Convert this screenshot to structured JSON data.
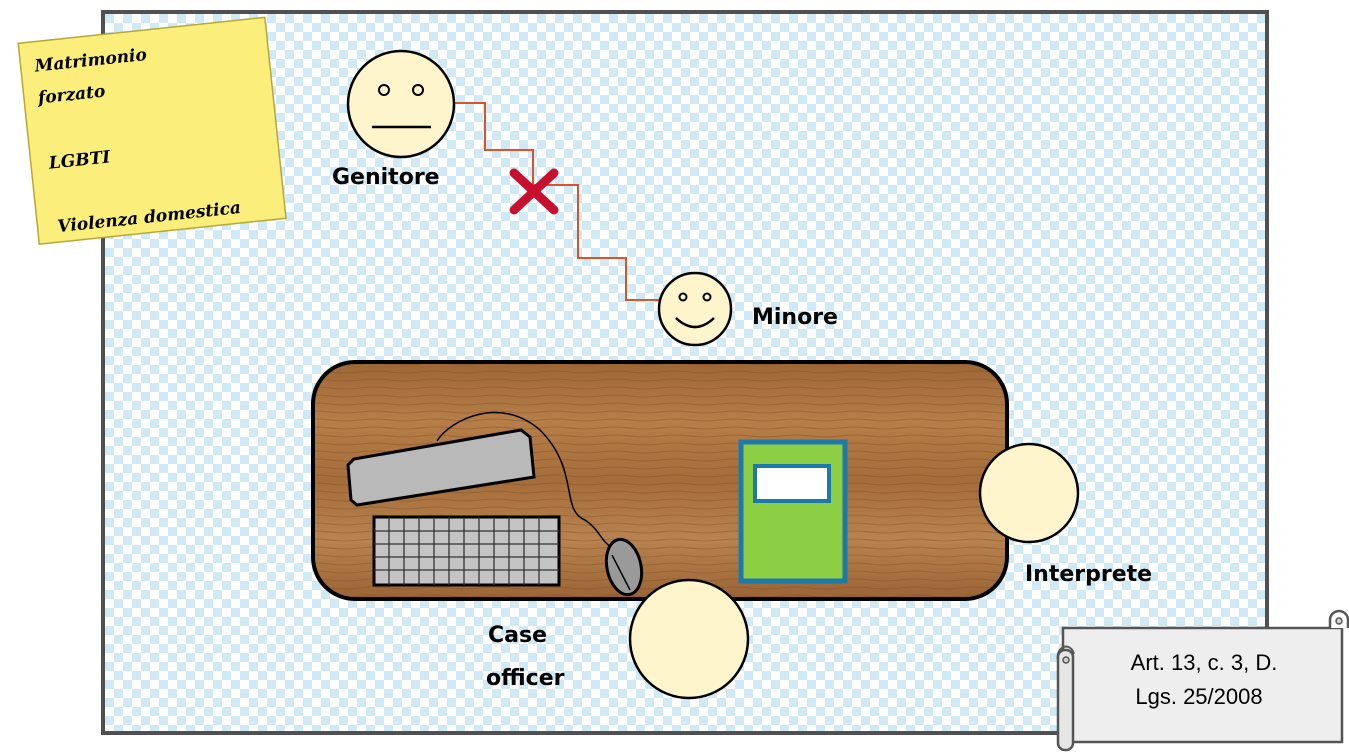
{
  "note": {
    "line1": "Matrimonio",
    "line2": "forzato",
    "line3": "LGBTI",
    "line4": "Violenza domestica"
  },
  "people": {
    "genitore": "Genitore",
    "minore": "Minore",
    "interprete": "Interprete",
    "case_officer_1": "Case",
    "case_officer_2": "officer"
  },
  "law": {
    "line1": "Art. 13, c. 3, D.",
    "line2": "Lgs. 25/2008"
  },
  "colors": {
    "face": "#fff5cc",
    "connection_line": "#d9542a",
    "cross": "#c8102e",
    "desk": "#a8733f",
    "book": "#8ccf44",
    "book_border": "#1d7aa8",
    "note": "#fbee7a"
  }
}
